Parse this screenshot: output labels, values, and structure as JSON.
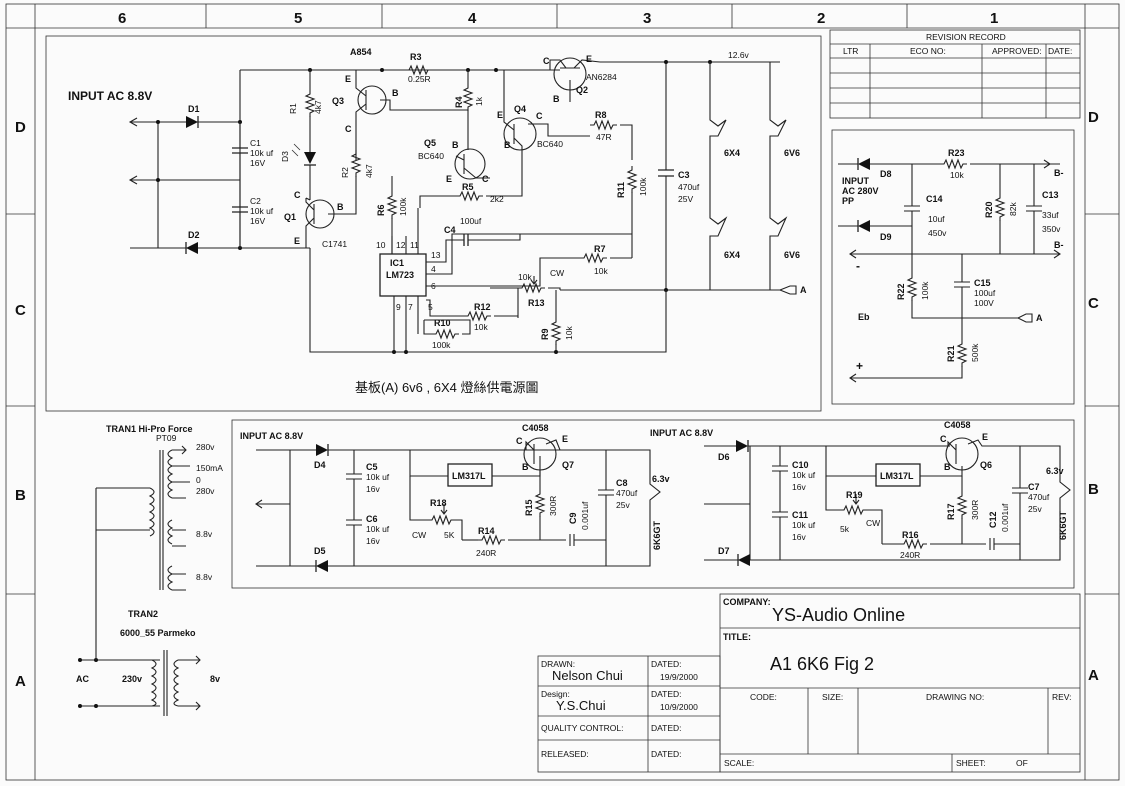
{
  "zones": {
    "columns": [
      "6",
      "5",
      "4",
      "3",
      "2",
      "1"
    ],
    "rows": [
      "D",
      "C",
      "B",
      "A"
    ]
  },
  "revision": {
    "title": "REVISION RECORD",
    "headers": [
      "LTR",
      "ECO NO:",
      "APPROVED:",
      "DATE:"
    ]
  },
  "main_circuit": {
    "input_label": "INPUT AC 8.8V",
    "caption": "基板(A) 6v6 , 6X4 燈絲供電源圖",
    "rail": "12.6v",
    "output": "A",
    "components": {
      "D1": "D1",
      "D2": "D2",
      "D3": "D3",
      "C1": [
        "C1",
        "10k uf",
        "16V"
      ],
      "C2": [
        "C2",
        "10k uf",
        "16V"
      ],
      "C3": [
        "C3",
        "470uf",
        "25V"
      ],
      "C4": "C4",
      "C4v": "100uf",
      "R1": [
        "R1",
        "4k7"
      ],
      "R2": [
        "R2",
        "4k7"
      ],
      "R3": [
        "R3",
        "0.25R"
      ],
      "R4": [
        "R4",
        "1k"
      ],
      "R5": [
        "R5",
        "2k2"
      ],
      "R6": [
        "R6",
        "100k"
      ],
      "R7": [
        "R7",
        "10k"
      ],
      "R8": [
        "R8",
        "47R"
      ],
      "R9": [
        "R9",
        "10k"
      ],
      "R10": [
        "R10",
        "100k"
      ],
      "R11": [
        "R11",
        "100k"
      ],
      "R12": [
        "R12",
        "10k"
      ],
      "R13": [
        "R13",
        "10k",
        "CW"
      ],
      "Q1": [
        "Q1",
        "C1741"
      ],
      "Q2": [
        "Q2",
        "AN6284"
      ],
      "Q3": [
        "Q3",
        "A854"
      ],
      "Q4": [
        "Q4",
        "BC640"
      ],
      "Q5": [
        "Q5",
        "BC640"
      ],
      "IC1": [
        "IC1",
        "LM723"
      ],
      "pins": [
        "10",
        "12",
        "11",
        "13",
        "4",
        "6",
        "9",
        "7",
        "5"
      ],
      "tubes": [
        "6X4",
        "6V6",
        "6X4",
        "6V6"
      ],
      "terminals": {
        "E": "E",
        "B": "B",
        "C": "C"
      }
    }
  },
  "hv_circuit": {
    "input_label": [
      "INPUT",
      "AC 280V",
      "PP"
    ],
    "outputs": [
      "B-",
      "B-",
      "A"
    ],
    "labels": {
      "minus": "-",
      "plus": "+",
      "eb": "Eb"
    },
    "components": {
      "D8": "D8",
      "D9": "D9",
      "R23": [
        "R23",
        "10k"
      ],
      "R20": [
        "R20",
        "82k"
      ],
      "R22": [
        "R22",
        "100k"
      ],
      "R21": [
        "R21",
        "500k"
      ],
      "C13": [
        "C13",
        "33uf",
        "350v"
      ],
      "C14": [
        "C14",
        "10uf",
        "450v"
      ],
      "C15": [
        "C15",
        "100uf",
        "100V"
      ]
    }
  },
  "filament_left": {
    "input_label": "INPUT AC 8.8V",
    "regulator": "LM317L",
    "output": "6.3v",
    "tube": "6K6GT",
    "components": {
      "D4": "D4",
      "D5": "D5",
      "C5": [
        "C5",
        "10k uf",
        "16v"
      ],
      "C6": [
        "C6",
        "10k uf",
        "16v"
      ],
      "C8": [
        "C8",
        "470uf",
        "25v"
      ],
      "C9": [
        "C9",
        "0.001uf"
      ],
      "R14": [
        "R14",
        "240R"
      ],
      "R15": [
        "R15",
        "300R"
      ],
      "R18": [
        "R18",
        "5K",
        "CW"
      ],
      "Q7": [
        "Q7",
        "C4058"
      ]
    }
  },
  "filament_right": {
    "input_label": "INPUT AC 8.8V",
    "regulator": "LM317L",
    "output": "6.3v",
    "tube": "6K6GT",
    "components": {
      "D6": "D6",
      "D7": "D7",
      "C10": [
        "C10",
        "10k uf",
        "16v"
      ],
      "C11": [
        "C11",
        "10k uf",
        "16v"
      ],
      "C7": [
        "C7",
        "470uf",
        "25v"
      ],
      "C12": [
        "C12",
        "0.001uf"
      ],
      "R16": [
        "R16",
        "240R"
      ],
      "R17": [
        "R17",
        "300R"
      ],
      "R19": [
        "R19",
        "5k",
        "CW"
      ],
      "Q6": [
        "Q6",
        "C4058"
      ]
    }
  },
  "transformers": {
    "tran1": {
      "title": "TRAN1 Hi-Pro Force",
      "part": "PT09",
      "taps": [
        "280v",
        "150mA",
        "0",
        "280v",
        "8.8v",
        "8.8v"
      ]
    },
    "tran2": {
      "title": "TRAN2",
      "part": "6000_55 Parmeko",
      "primary": [
        "AC",
        "230v"
      ],
      "secondary": "8v"
    }
  },
  "title_block": {
    "company_label": "COMPANY:",
    "company": "YS-Audio Online",
    "title_label": "TITLE:",
    "title": "A1  6K6   Fig 2",
    "drawn_label": "DRAWN:",
    "drawn": "Nelson Chui",
    "dated1_label": "DATED:",
    "dated1": "19/9/2000",
    "design_label": "Design:",
    "design": "Y.S.Chui",
    "dated2_label": "DATED:",
    "dated2": "10/9/2000",
    "qc_label": "QUALITY CONTROL:",
    "dated3_label": "DATED:",
    "released_label": "RELEASED:",
    "dated4_label": "DATED:",
    "code_label": "CODE:",
    "size_label": "SIZE:",
    "drawing_no_label": "DRAWING NO:",
    "rev_label": "REV:",
    "scale_label": "SCALE:",
    "sheet_label": "SHEET:",
    "of_label": "OF"
  }
}
